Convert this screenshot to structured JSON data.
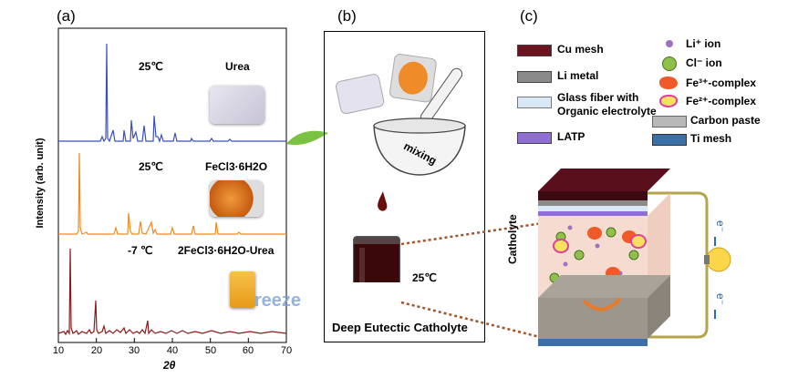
{
  "panels": {
    "a": "(a)",
    "b": "(b)",
    "c": "(c)"
  },
  "chart_a": {
    "ylabel": "Intensity (arb. unit)",
    "xlabel": "2θ",
    "x_ticks": [
      "10",
      "20",
      "30",
      "40",
      "50",
      "60",
      "70"
    ],
    "traces": [
      {
        "temp": "25℃",
        "name": "Urea",
        "color": "#3a4fbf"
      },
      {
        "temp": "25℃",
        "name": "FeCl3·6H2O",
        "color": "#f08a1f"
      },
      {
        "temp": "-7 ℃",
        "name": "2FeCl3·6H2O-Urea",
        "color": "#8b1a1a"
      }
    ],
    "freeze_label": "Freeze"
  },
  "chart_data": {
    "type": "line",
    "xlabel": "2θ",
    "ylabel": "Intensity (arb. unit)",
    "xlim": [
      10,
      70
    ],
    "series": [
      {
        "name": "Urea",
        "peaks_2theta": [
          22.2,
          24.6,
          29.3,
          31.6,
          35.3,
          37.2,
          45.4,
          49.6
        ]
      },
      {
        "name": "FeCl3·6H2O",
        "peaks_2theta": [
          15.0,
          16.1,
          27.8,
          30.6,
          33.9,
          34.8,
          46.0,
          51.7
        ]
      },
      {
        "name": "2FeCl3·6H2O-Urea",
        "peaks_2theta": [
          13.0,
          16.4,
          19.6,
          22.0,
          26.1,
          33.0,
          39.6
        ]
      }
    ]
  },
  "panel_b": {
    "mixing": "mixing",
    "temp": "25℃",
    "caption": "Deep Eutectic Catholyte"
  },
  "panel_c": {
    "legend_left": [
      {
        "label": "Cu mesh",
        "color": "#6b1420"
      },
      {
        "label": "Li metal",
        "color": "#8a8a8a"
      },
      {
        "label": "Glass fiber with",
        "label2": "Organic electrolyte",
        "color": "#d9e8f6"
      },
      {
        "label": "LATP",
        "color": "#8f6fd1"
      }
    ],
    "legend_right": [
      {
        "label": "Li⁺ ion",
        "color": "#a070c0"
      },
      {
        "label": "Cl⁻ ion",
        "color": "#8fc04a"
      },
      {
        "label": "Fe³⁺-complex",
        "color": "#f05a28"
      },
      {
        "label": "Fe²⁺-complex",
        "color": "#f8e060"
      },
      {
        "label": "Carbon paste",
        "color": "#b8b8b8"
      },
      {
        "label": "Ti mesh",
        "color": "#3a6fa8"
      }
    ],
    "catholyte": "Catholyte",
    "electron": "e⁻"
  }
}
